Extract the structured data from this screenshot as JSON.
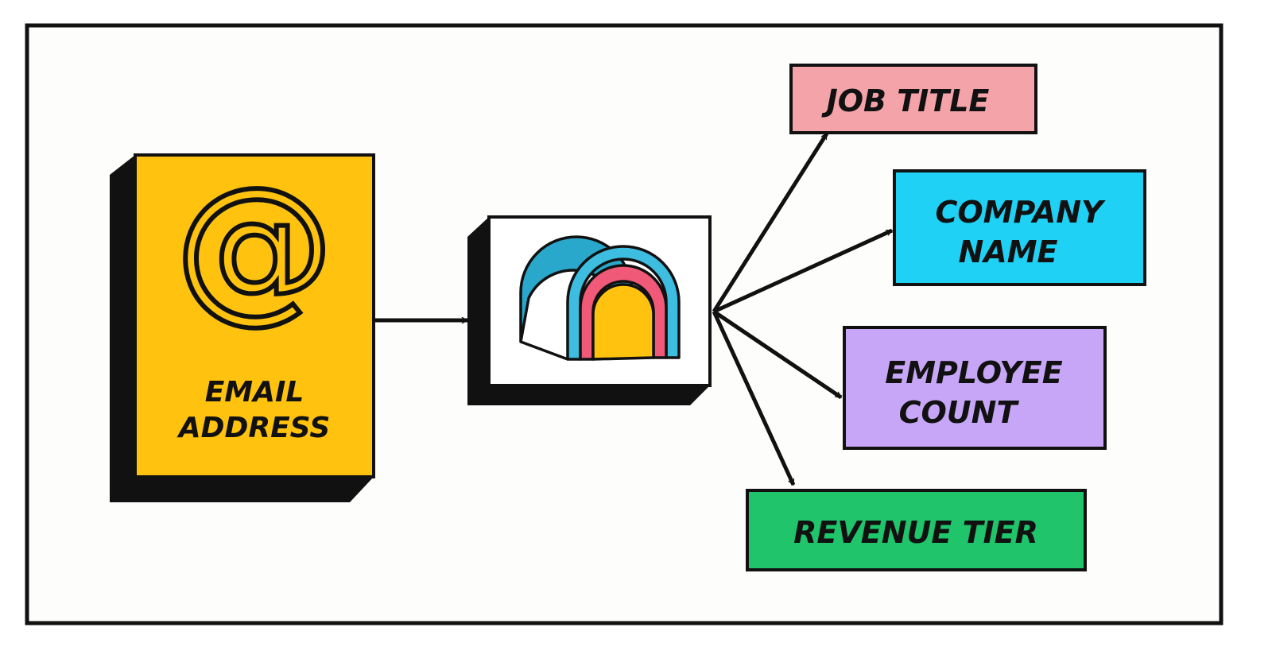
{
  "source": {
    "label_line1": "EMAIL",
    "label_line2": "ADDRESS",
    "symbol": "@",
    "icon": "at-sign-icon",
    "color": "#FFC20E"
  },
  "processor": {
    "icon": "rainbow-arch-icon",
    "colors": {
      "outer": "#3DBDE0",
      "middle": "#F05A78",
      "inner": "#FFC20E"
    }
  },
  "outputs": [
    {
      "id": "job-title",
      "line1": "JOB TITLE",
      "line2": "",
      "color": "#F4A3A8"
    },
    {
      "id": "company-name",
      "line1": "COMPANY",
      "line2": "NAME",
      "color": "#1FD1F5"
    },
    {
      "id": "employee-count",
      "line1": "EMPLOYEE",
      "line2": "COUNT",
      "color": "#C7A6F7"
    },
    {
      "id": "revenue-tier",
      "line1": "REVENUE TIER",
      "line2": "",
      "color": "#1FC46B"
    }
  ],
  "colors": {
    "ink": "#111111",
    "frame_bg": "#FDFDFB"
  }
}
